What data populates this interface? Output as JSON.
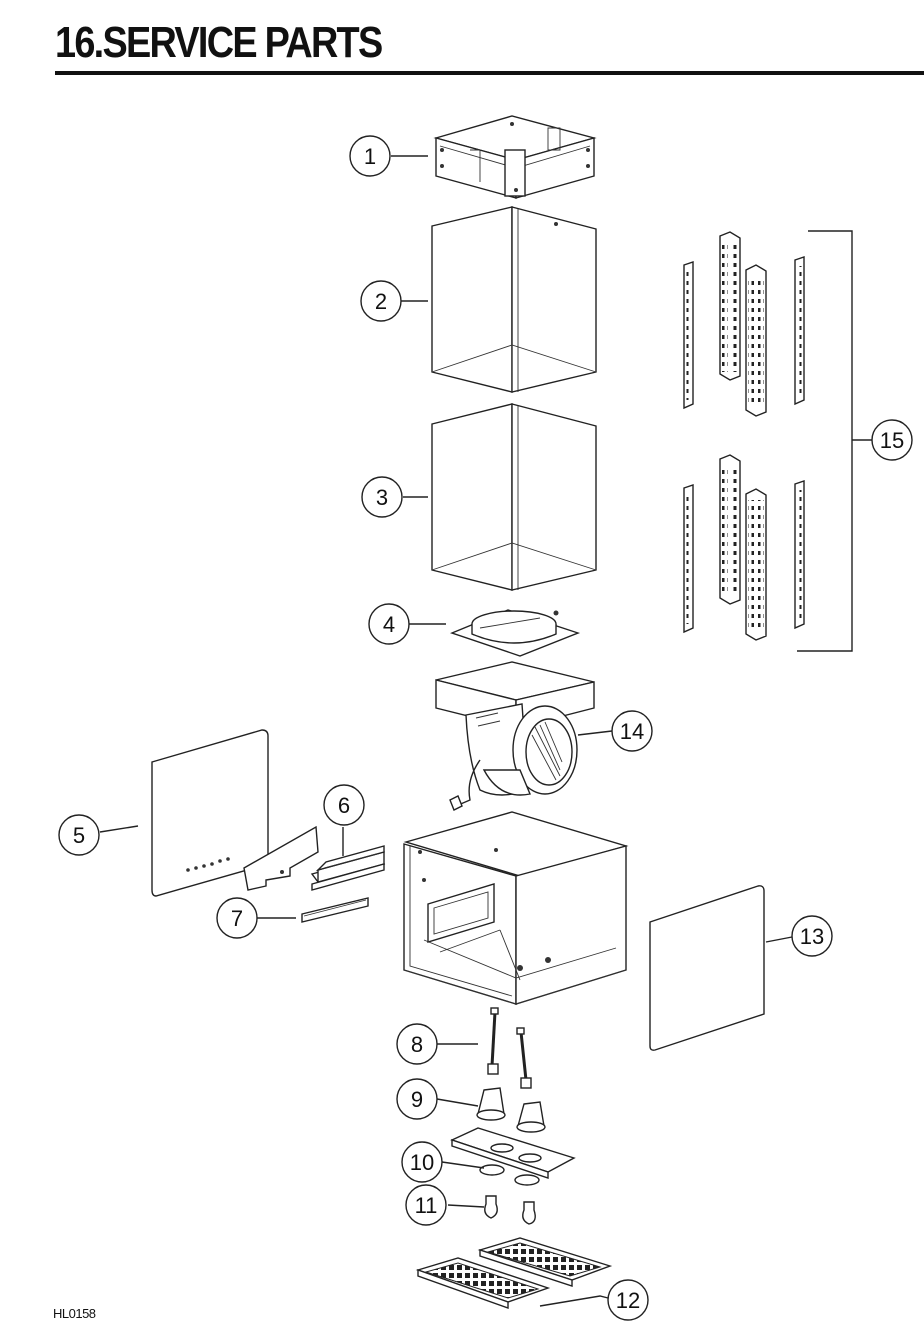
{
  "page": {
    "title": "16.SERVICE PARTS",
    "drawing_code": "HL0158"
  },
  "callouts": {
    "c1": "1",
    "c2": "2",
    "c3": "3",
    "c4": "4",
    "c5": "5",
    "c6": "6",
    "c7": "7",
    "c8": "8",
    "c9": "9",
    "c10": "10",
    "c11": "11",
    "c12": "12",
    "c13": "13",
    "c14": "14",
    "c15": "15"
  }
}
